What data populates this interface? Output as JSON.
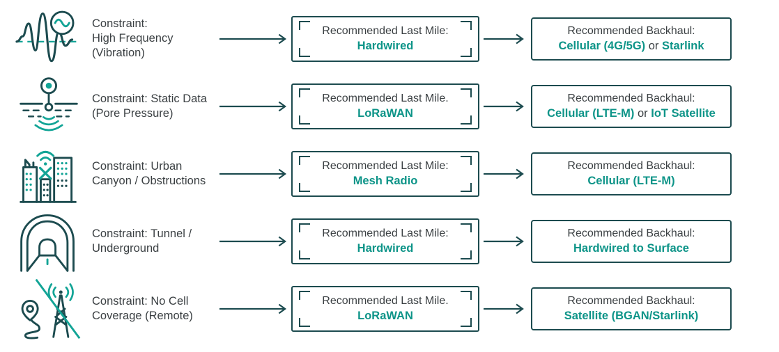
{
  "diagram_title": "Constraint to recommended last-mile and backhaul connectivity mapping",
  "colors": {
    "accent_teal": "#0D9488",
    "icon_accent_teal": "#12A496",
    "outline_dark": "#1C4B4F",
    "text_dark": "#3B4043"
  },
  "rows": [
    {
      "icon": "vibration-waveform-icon",
      "constraint": "Constraint:\nHigh Frequency\n(Vibration)",
      "last_mile": {
        "label": "Recommended Last Mile:",
        "value": "Hardwired"
      },
      "backhaul": {
        "label": "Recommended Backhaul:",
        "value_parts": [
          {
            "text": "Cellular (4G/5G)",
            "accent": true
          },
          {
            "text": " or ",
            "accent": false
          },
          {
            "text": "Starlink",
            "accent": true
          }
        ]
      }
    },
    {
      "icon": "pore-pressure-sensor-icon",
      "constraint": "Constraint: Static Data\n(Pore Pressure)",
      "last_mile": {
        "label": "Recommended Last Mile.",
        "value": "LoRaWAN"
      },
      "backhaul": {
        "label": "Recommended Backhaul:",
        "value_parts": [
          {
            "text": "Cellular (LTE-M)",
            "accent": true
          },
          {
            "text": " or ",
            "accent": false
          },
          {
            "text": "IoT Satellite",
            "accent": true
          }
        ]
      }
    },
    {
      "icon": "urban-canyon-icon",
      "constraint": "Constraint: Urban\nCanyon / Obstructions",
      "last_mile": {
        "label": "Recommended Last Mile:",
        "value": "Mesh Radio"
      },
      "backhaul": {
        "label": "Recommended Backhaul:",
        "value_parts": [
          {
            "text": "Cellular (LTE-M)",
            "accent": true
          }
        ]
      }
    },
    {
      "icon": "tunnel-icon",
      "constraint": "Constraint: Tunnel /\nUnderground",
      "last_mile": {
        "label": "Recommended Last Mile:",
        "value": "Hardwired"
      },
      "backhaul": {
        "label": "Recommended Backhaul:",
        "value_parts": [
          {
            "text": "Hardwired to Surface",
            "accent": true
          }
        ]
      }
    },
    {
      "icon": "no-cell-coverage-icon",
      "constraint": "Constraint: No Cell\nCoverage (Remote)",
      "last_mile": {
        "label": "Recommended Last Mile.",
        "value": "LoRaWAN"
      },
      "backhaul": {
        "label": "Recommended Backhaul:",
        "value_parts": [
          {
            "text": "Satellite (BGAN/Starlink)",
            "accent": true
          }
        ]
      }
    }
  ]
}
